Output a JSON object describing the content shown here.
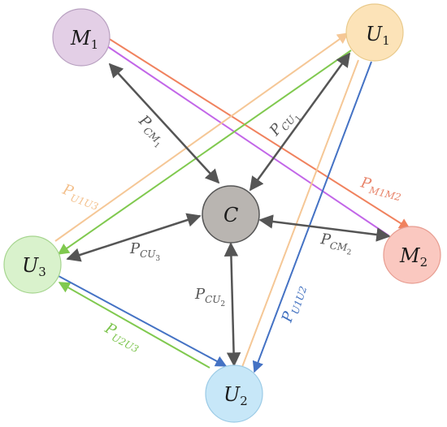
{
  "nodes": {
    "C": {
      "main": "C",
      "sub": "",
      "fill": "#b9b5b1",
      "stroke": "#555555"
    },
    "M1": {
      "main": "M",
      "sub": "1",
      "fill": "#e3cfe6",
      "stroke": "#b8a0c0"
    },
    "U1": {
      "main": "U",
      "sub": "1",
      "fill": "#fce3b8",
      "stroke": "#e9c98a"
    },
    "U3": {
      "main": "U",
      "sub": "3",
      "fill": "#d9f2cc",
      "stroke": "#a6d58f"
    },
    "M2": {
      "main": "M",
      "sub": "2",
      "fill": "#fac8c0",
      "stroke": "#e79c90"
    },
    "U2": {
      "main": "U",
      "sub": "2",
      "fill": "#c7e7f8",
      "stroke": "#9ccbe6"
    }
  },
  "edge_labels": {
    "CM1": {
      "main": "P",
      "sub": "CM",
      "subsub": "1",
      "color": "#555555"
    },
    "CU1": {
      "main": "P",
      "sub": "CU",
      "subsub": "1",
      "color": "#555555"
    },
    "CU3": {
      "main": "P",
      "sub": "CU",
      "subsub": "3",
      "color": "#555555"
    },
    "CM2": {
      "main": "P",
      "sub": "CM",
      "subsub": "2",
      "color": "#555555"
    },
    "CU2": {
      "main": "P",
      "sub": "CU",
      "subsub": "2",
      "color": "#555555"
    },
    "U1U3": {
      "main": "P",
      "sub": "U1U3",
      "color": "#f3c08c"
    },
    "M1M2": {
      "main": "P",
      "sub": "M1M2",
      "color": "#e8846a"
    },
    "U1U2": {
      "main": "P",
      "sub": "U1U2",
      "color": "#3f6fbf"
    },
    "U2U3": {
      "main": "P",
      "sub": "U2U3",
      "color": "#7cc44d"
    }
  },
  "colors": {
    "dark_edge": "#555555",
    "purple_edge": "#c266e8",
    "orange_edge": "#f0825e",
    "peach_edge": "#f5c796",
    "green_edge": "#80c94f",
    "blue_edge": "#4472c4"
  }
}
